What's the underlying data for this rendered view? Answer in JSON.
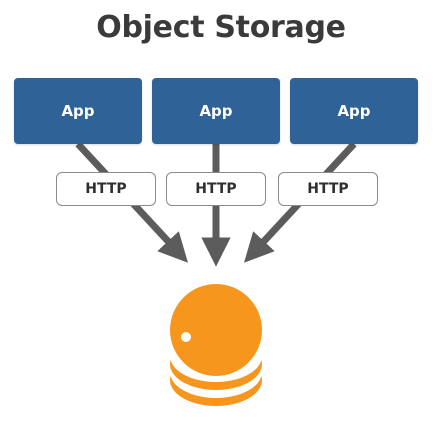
{
  "title": "Object Storage",
  "apps": [
    {
      "label": "App"
    },
    {
      "label": "App"
    },
    {
      "label": "App"
    }
  ],
  "protocols": [
    {
      "label": "HTTP"
    },
    {
      "label": "HTTP"
    },
    {
      "label": "HTTP"
    }
  ],
  "storage": {
    "icon": "database-icon"
  },
  "colors": {
    "app_fill": "#2f6296",
    "arrow": "#5c5c5c",
    "storage": "#f7961d",
    "title": "#3a3a3a"
  }
}
